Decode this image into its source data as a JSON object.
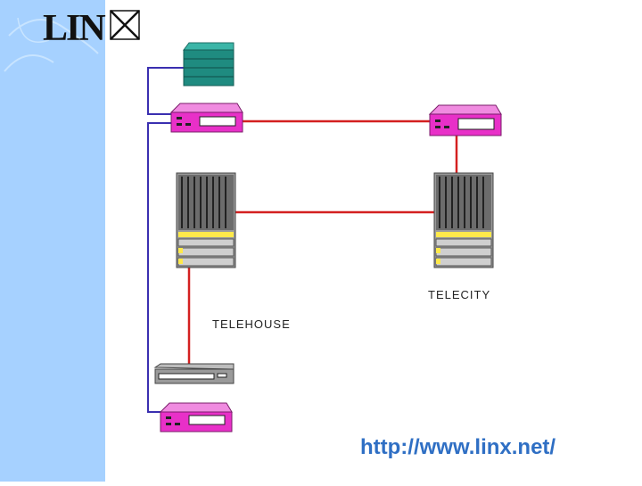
{
  "brand": {
    "logo_text": "LIN"
  },
  "sites": {
    "telehouse": "TELEHOUSE",
    "telecity": "TELECITY"
  },
  "footer": {
    "url": "http://www.linx.net/"
  },
  "colors": {
    "sidebar": "#a6d1ff",
    "router": "#e830c8",
    "link_red": "#d42020",
    "link_blue": "#3a2fb0",
    "switch_gray": "#8a8a8a"
  }
}
